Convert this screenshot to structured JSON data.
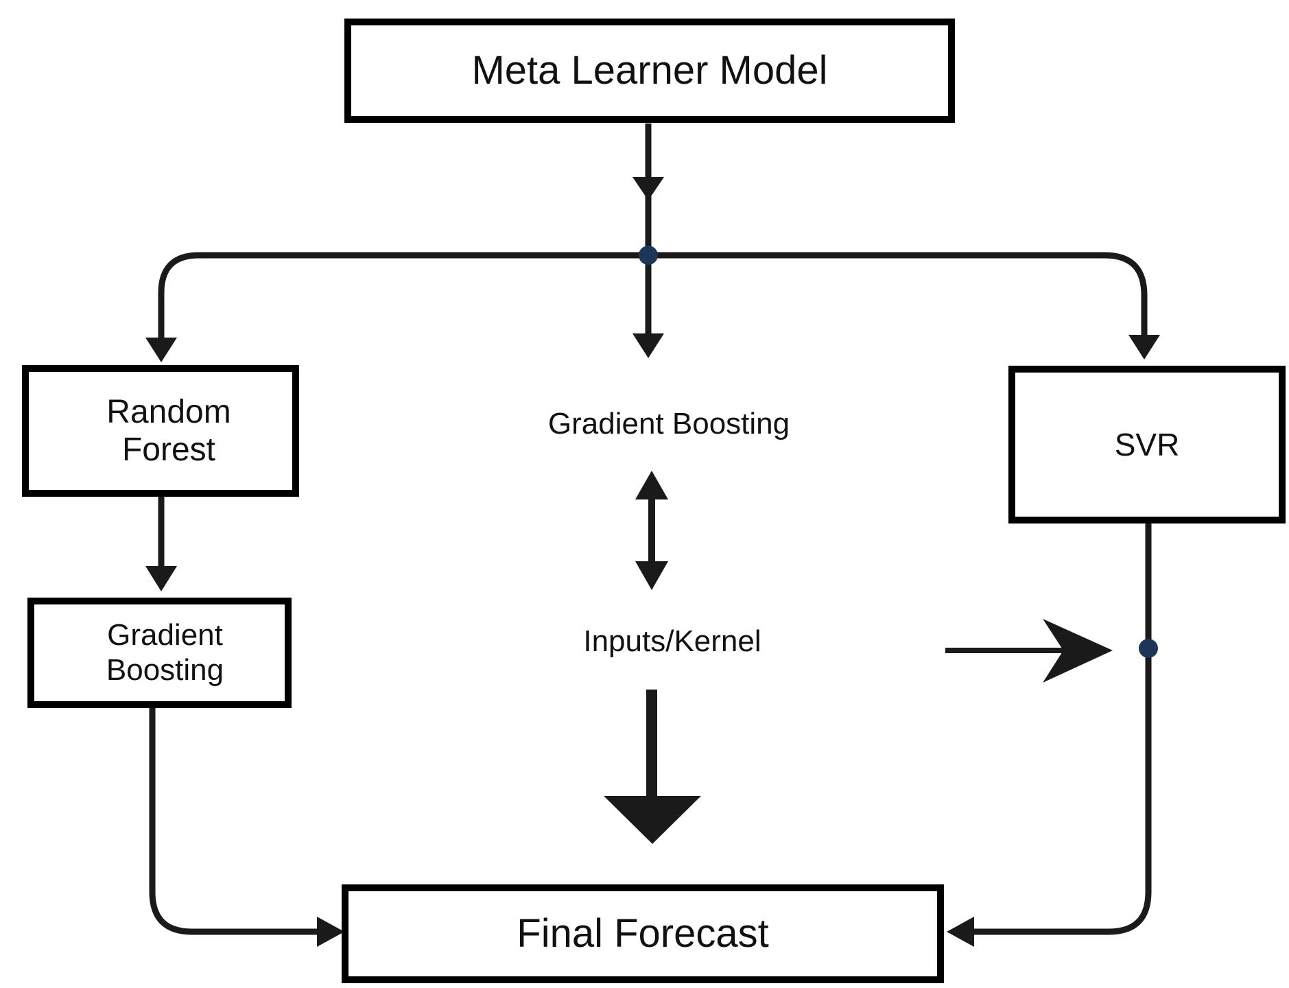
{
  "diagram": {
    "nodes": {
      "meta_learner": "Meta Learner Model",
      "random_forest": [
        "Random",
        "Forest"
      ],
      "gradient_boosting_box": [
        "Gradient",
        "Boosting"
      ],
      "svr": "SVR",
      "final_forecast": "Final Forecast"
    },
    "center_labels": {
      "gradient_boosting": "Gradient Boosting",
      "inputs_kernel": "Inputs/Kernel"
    },
    "edges": [
      {
        "from": "Meta Learner Model",
        "to": "junction"
      },
      {
        "from": "junction",
        "to": "Random Forest"
      },
      {
        "from": "junction",
        "to": "Gradient Boosting"
      },
      {
        "from": "junction",
        "to": "SVR"
      },
      {
        "from": "Random Forest",
        "to": "Gradient Boosting"
      },
      {
        "from": "Gradient Boosting",
        "to": "Inputs/Kernel",
        "bidirectional": true
      },
      {
        "from": "Inputs/Kernel",
        "to": "Final Forecast"
      },
      {
        "from": "Gradient Boosting",
        "to": "Final Forecast"
      },
      {
        "from": "SVR",
        "to": "Final Forecast"
      }
    ],
    "colors": {
      "line": "#1a1a1a",
      "box_border": "#000000",
      "junction_dot": "#1d3557",
      "background": "#ffffff"
    }
  }
}
